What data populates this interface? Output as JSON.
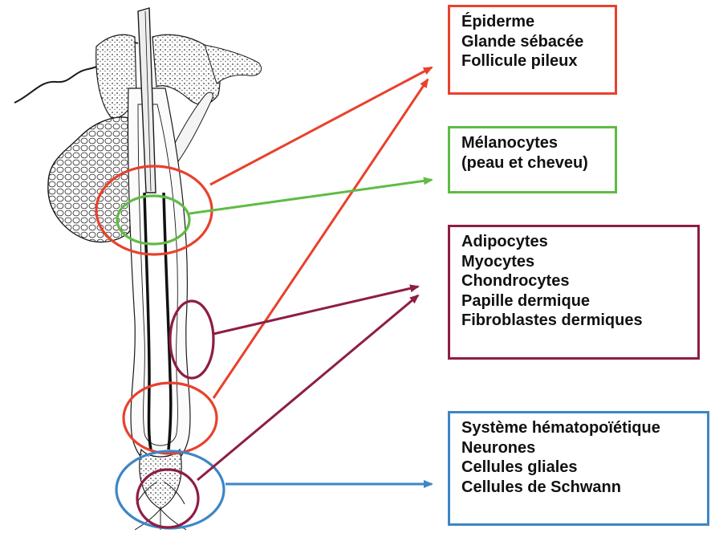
{
  "colors": {
    "red": "#e8412c",
    "green": "#5fbb46",
    "maroon": "#8e1d44",
    "blue": "#3d86c6",
    "ink": "#1a1a1a"
  },
  "illustration": {
    "subject": "hair-follicle-drawing"
  },
  "boxes": [
    {
      "id": "epi",
      "color": "red",
      "lines": [
        "Épiderme",
        "Glande sébacée",
        "Follicule pileux"
      ]
    },
    {
      "id": "mel",
      "color": "green",
      "lines": [
        "Mélanocytes",
        "(peau et cheveu)"
      ]
    },
    {
      "id": "adi",
      "color": "maroon",
      "lines": [
        "Adipocytes",
        "Myocytes",
        "Chondrocytes",
        "Papille dermique",
        "Fibroblastes dermiques"
      ]
    },
    {
      "id": "sys",
      "color": "blue",
      "lines": [
        "Système hématopoïétique",
        "Neurones",
        "Cellules gliales",
        "Cellules de Schwann"
      ]
    }
  ],
  "regions": [
    {
      "id": "bulge",
      "color": "red"
    },
    {
      "id": "melanocyte-zone",
      "color": "green"
    },
    {
      "id": "lower-sheath",
      "color": "maroon"
    },
    {
      "id": "bulb",
      "color": "red"
    },
    {
      "id": "papilla-base",
      "color": "blue"
    },
    {
      "id": "dermal-papilla",
      "color": "maroon"
    }
  ]
}
